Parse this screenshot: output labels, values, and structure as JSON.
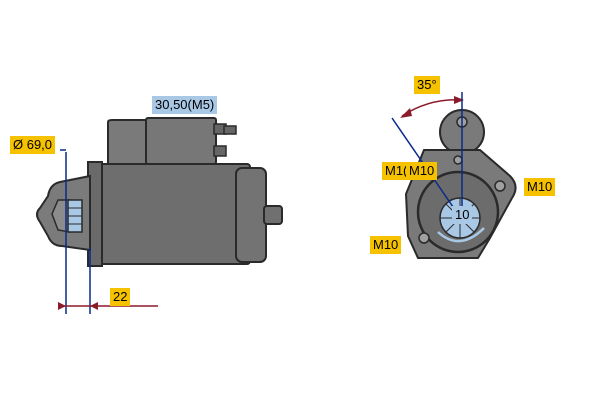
{
  "labels": {
    "diameter": "Ø 69,0",
    "flange_offset": "22",
    "connector": "30,50(M5)",
    "angle": "35°",
    "bolt_left_cut": "M1(",
    "bolt_left": "M10",
    "bolt_right": "M10",
    "bolt_bottom": "M10",
    "teeth": "10"
  },
  "colors": {
    "label_yellow": "#f6c200",
    "label_blue": "#a9c8e6",
    "dimension_line": "#0a2a8a",
    "dimension_arrow": "#8b1a2a",
    "body_gray": "#6e6e6e",
    "outline": "#2a2a2a"
  }
}
